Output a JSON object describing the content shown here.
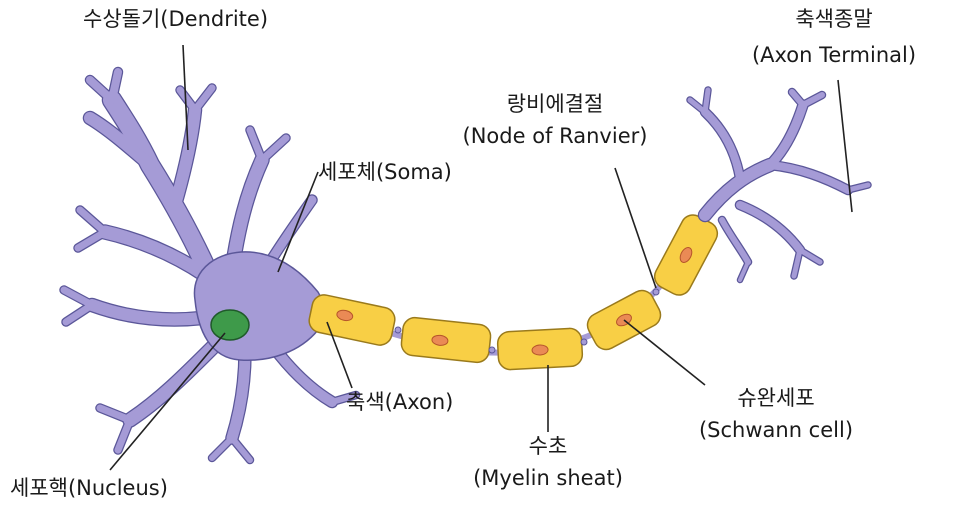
{
  "colors": {
    "neuron": "#a59bd6",
    "neuron_stroke": "#5b5799",
    "nucleus": "#3e9a4a",
    "nucleus_stroke": "#1f5a2a",
    "myelin": "#f8cf45",
    "myelin_stroke": "#9a7a1c",
    "schwann_nucleus": "#ea8a55",
    "leader": "#222222"
  },
  "labels": {
    "dendrite": "수상돌기(Dendrite)",
    "axon_terminal_ko": "축색종말",
    "axon_terminal_en": "(Axon Terminal)",
    "node_ko": "랑비에결절",
    "node_en": "(Node of Ranvier)",
    "soma": "세포체(Soma)",
    "axon": "축색(Axon)",
    "myelin_ko": "수초",
    "myelin_en": "(Myelin sheat)",
    "schwann_ko": "슈완세포",
    "schwann_en": "(Schwann cell)",
    "nucleus": "세포핵(Nucleus)"
  }
}
